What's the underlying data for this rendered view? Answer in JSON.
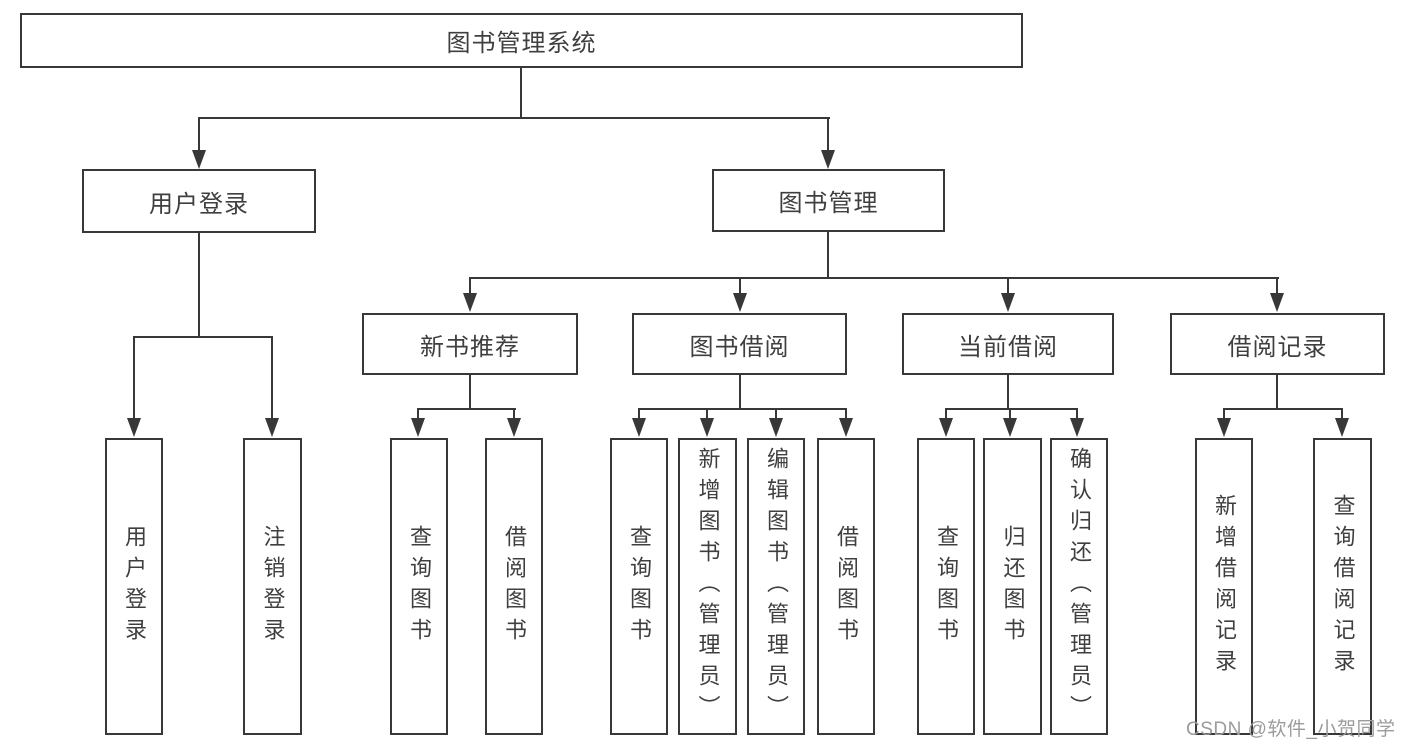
{
  "diagram": {
    "root": {
      "label": "图书管理系统"
    },
    "level2": [
      {
        "label": "用户登录"
      },
      {
        "label": "图书管理"
      }
    ],
    "level3": [
      {
        "label": "新书推荐"
      },
      {
        "label": "图书借阅"
      },
      {
        "label": "当前借阅"
      },
      {
        "label": "借阅记录"
      }
    ],
    "leaves": {
      "user_login": [
        {
          "label": "用户登录"
        },
        {
          "label": "注销登录"
        }
      ],
      "new_book": [
        {
          "label": "查询图书"
        },
        {
          "label": "借阅图书"
        }
      ],
      "book_borrow": [
        {
          "label": "查询图书"
        },
        {
          "label": "新增图书（管理员）"
        },
        {
          "label": "编辑图书（管理员）"
        },
        {
          "label": "借阅图书"
        }
      ],
      "current_borrow": [
        {
          "label": "查询图书"
        },
        {
          "label": "归还图书"
        },
        {
          "label": "确认归还（管理员）"
        }
      ],
      "borrow_record": [
        {
          "label": "新增借阅记录"
        },
        {
          "label": "查询借阅记录"
        }
      ]
    }
  },
  "watermark": "CSDN @软件_小贺同学",
  "colors": {
    "line": "#383838",
    "text": "#3f3f3f",
    "watermark": "#9c9c9c",
    "background": "#ffffff"
  }
}
